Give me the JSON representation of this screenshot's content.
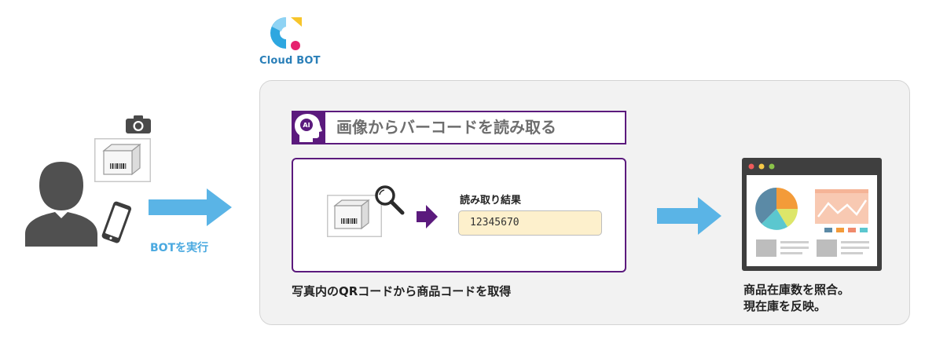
{
  "logo": {
    "text": "Cloud BOT"
  },
  "trigger": {
    "label": "BOTを実行"
  },
  "skill": {
    "title": "画像からバーコードを読み取る",
    "icon_badge": "AI"
  },
  "process": {
    "result_label": "読み取り結果",
    "result_value": "12345670"
  },
  "captions": {
    "process": "写真内のQRコードから商品コードを取得",
    "output_line1": "商品在庫数を照合。",
    "output_line2": "現在庫を反映。"
  },
  "colors": {
    "accent_purple": "#5b1a7d",
    "arrow_blue": "#5ab4e6",
    "person_gray": "#505050",
    "panel_bg": "#f2f2f2",
    "result_bg": "#fdf0cc"
  },
  "icons": [
    "camera-icon",
    "box-barcode-icon",
    "user-icon",
    "smartphone-icon",
    "magnifier-icon",
    "ai-head-icon",
    "dashboard-icon"
  ]
}
